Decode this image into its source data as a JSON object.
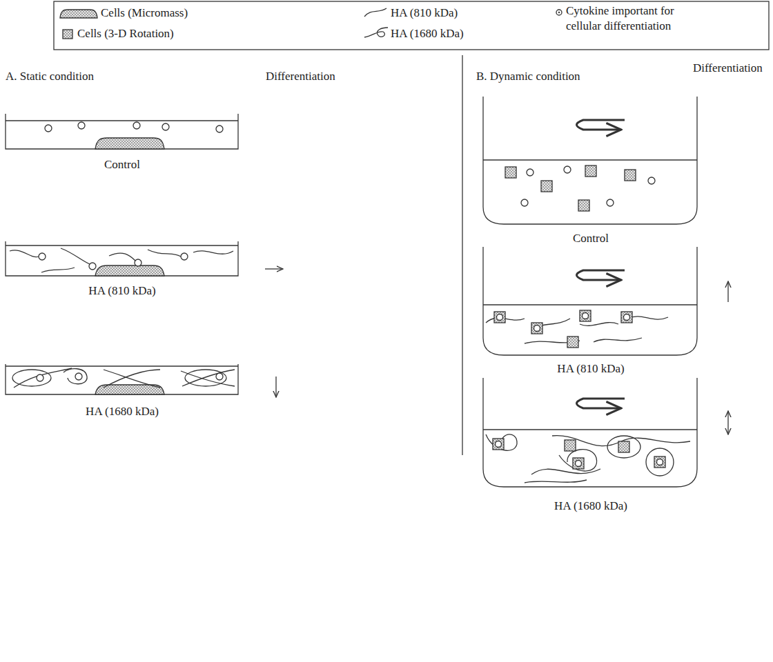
{
  "diagram": {
    "nodes": [
      {
        "text": [
          "Control"
        ]
      },
      {
        "text": [
          "HA (810 kDa)"
        ]
      },
      {
        "text": [
          "HA (1680 kDa)"
        ]
      },
      {
        "text": [
          "Control"
        ]
      },
      {
        "text": [
          "HA (810 kDa)"
        ]
      },
      {
        "text": [
          "HA (1680 kDa)"
        ]
      }
    ],
    "labels": [
      "A. Static condition",
      "Differentiation",
      "B. Dynamic condition",
      "Differentiation"
    ],
    "legend": [
      {
        "text": "Cells (Micromass)"
      },
      {
        "text": "HA (810 kDa)"
      },
      {
        "text": "Cytokine important for cellular differentiation"
      },
      {
        "text": "Cells (3-D Rotation)"
      },
      {
        "text": "HA (1680 kDa)"
      }
    ]
  }
}
